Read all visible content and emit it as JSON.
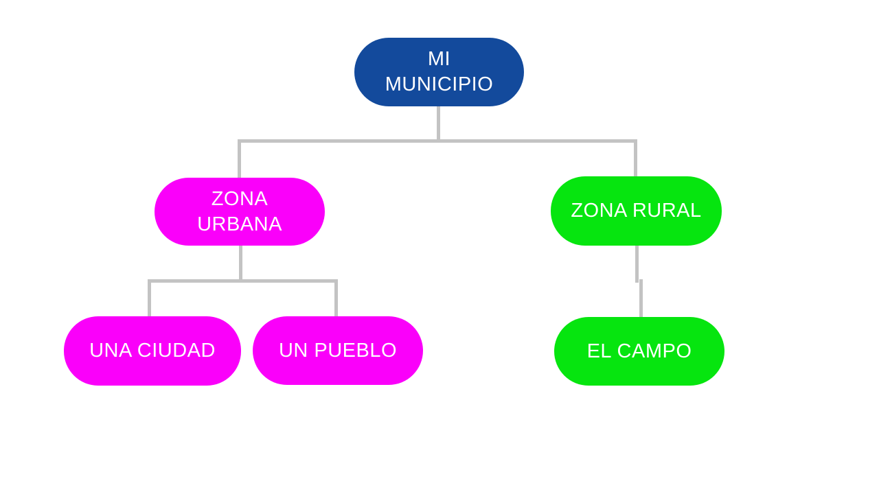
{
  "diagram": {
    "background_color": "#ffffff",
    "connector_color": "#c3c3c3",
    "nodes": [
      {
        "id": "mi-municipio",
        "label": "MI\nMUNICIPIO",
        "color": "#134a9c",
        "text_color": "#ffffff",
        "parent": null
      },
      {
        "id": "zona-urbana",
        "label": "ZONA\nURBANA",
        "color": "#fa00fa",
        "text_color": "#ffffff",
        "parent": "mi-municipio"
      },
      {
        "id": "zona-rural",
        "label": "ZONA RURAL",
        "color": "#06e50f",
        "text_color": "#ffffff",
        "parent": "mi-municipio"
      },
      {
        "id": "una-ciudad",
        "label": "UNA CIUDAD",
        "color": "#fa00fa",
        "text_color": "#ffffff",
        "parent": "zona-urbana"
      },
      {
        "id": "un-pueblo",
        "label": "UN PUEBLO",
        "color": "#fa00fa",
        "text_color": "#ffffff",
        "parent": "zona-urbana"
      },
      {
        "id": "el-campo",
        "label": "EL CAMPO",
        "color": "#06e50f",
        "text_color": "#ffffff",
        "parent": "zona-rural"
      }
    ],
    "edges": [
      {
        "from": "mi-municipio",
        "to": "zona-urbana"
      },
      {
        "from": "mi-municipio",
        "to": "zona-rural"
      },
      {
        "from": "zona-urbana",
        "to": "una-ciudad"
      },
      {
        "from": "zona-urbana",
        "to": "un-pueblo"
      },
      {
        "from": "zona-rural",
        "to": "el-campo"
      }
    ]
  }
}
